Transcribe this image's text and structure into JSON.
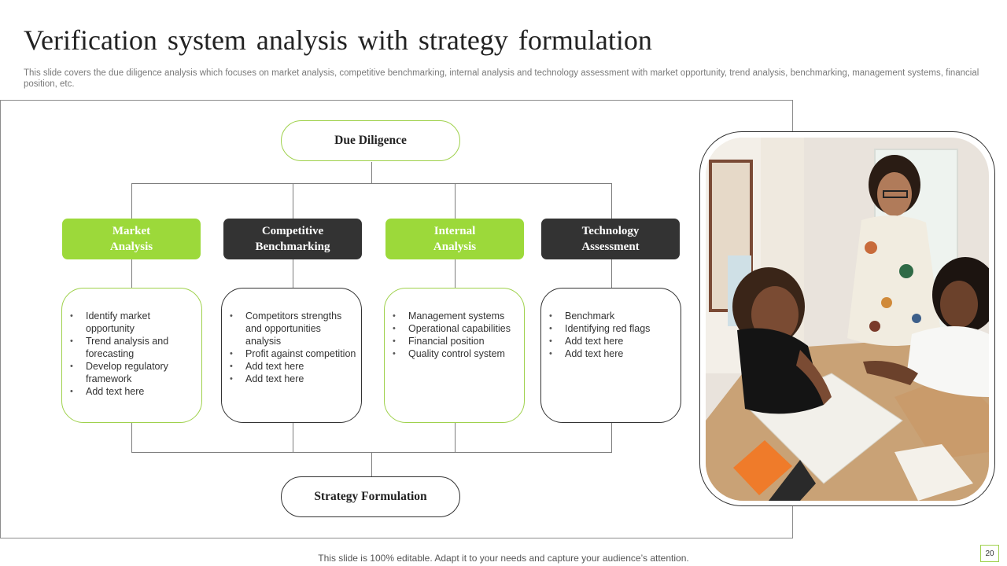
{
  "slide": {
    "title": "Verification system analysis with strategy formulation",
    "subtitle": "This slide covers the due diligence analysis which focuses on market analysis, competitive benchmarking, internal analysis and technology assessment with market opportunity, trend analysis, benchmarking, management systems, financial position, etc.",
    "footer": "This slide is 100% editable. Adapt it to your needs and capture your audience’s attention.",
    "page_number": "20"
  },
  "diagram": {
    "top_node": "Due Diligence",
    "bottom_node": "Strategy Formulation",
    "columns": [
      {
        "heading": "Market\nAnalysis",
        "style": "green",
        "items": [
          "Identify market opportunity",
          "Trend analysis and forecasting",
          "Develop regulatory framework",
          "Add text here"
        ]
      },
      {
        "heading": "Competitive\nBenchmarking",
        "style": "dark",
        "items": [
          "Competitors strengths and opportunities analysis",
          "Profit against competition",
          "Add text here",
          "Add text here"
        ]
      },
      {
        "heading": "Internal\nAnalysis",
        "style": "green",
        "items": [
          "Management systems",
          "Operational capabilities",
          "Financial position",
          "Quality control system"
        ]
      },
      {
        "heading": "Technology\nAssessment",
        "style": "dark",
        "items": [
          "Benchmark",
          "Identifying red flags",
          "Add text here",
          "Add text here"
        ]
      }
    ]
  },
  "colors": {
    "accent_green": "#9cd93a",
    "dark": "#333333"
  }
}
